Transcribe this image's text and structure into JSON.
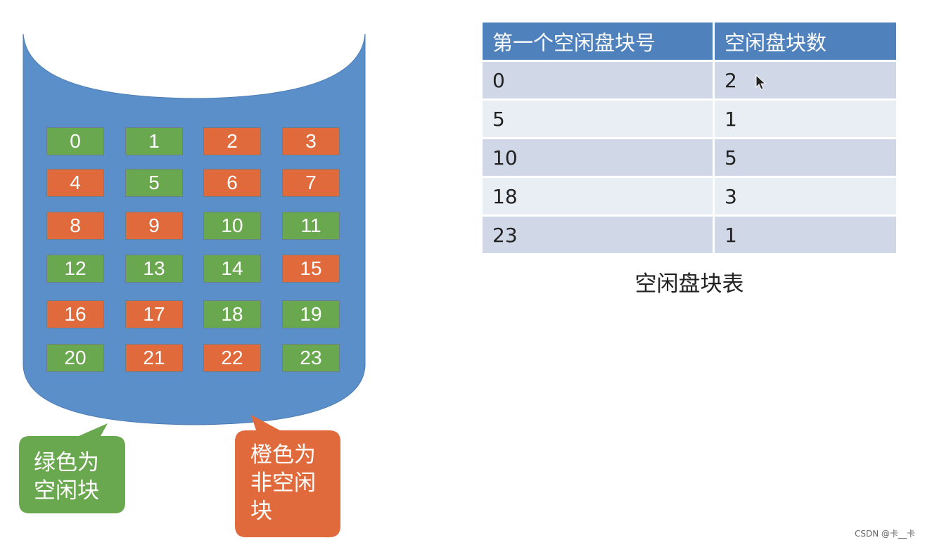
{
  "disk": {
    "blocks": [
      {
        "label": "0",
        "free": true
      },
      {
        "label": "1",
        "free": true
      },
      {
        "label": "2",
        "free": false
      },
      {
        "label": "3",
        "free": false
      },
      {
        "label": "4",
        "free": false
      },
      {
        "label": "5",
        "free": true
      },
      {
        "label": "6",
        "free": false
      },
      {
        "label": "7",
        "free": false
      },
      {
        "label": "8",
        "free": false
      },
      {
        "label": "9",
        "free": false
      },
      {
        "label": "10",
        "free": true
      },
      {
        "label": "11",
        "free": true
      },
      {
        "label": "12",
        "free": true
      },
      {
        "label": "13",
        "free": true
      },
      {
        "label": "14",
        "free": true
      },
      {
        "label": "15",
        "free": false
      },
      {
        "label": "16",
        "free": false
      },
      {
        "label": "17",
        "free": false
      },
      {
        "label": "18",
        "free": true
      },
      {
        "label": "19",
        "free": true
      },
      {
        "label": "20",
        "free": true
      },
      {
        "label": "21",
        "free": false
      },
      {
        "label": "22",
        "free": false
      },
      {
        "label": "23",
        "free": true
      }
    ]
  },
  "callouts": {
    "green": "绿色为\n空闲块",
    "orange": "橙色为\n非空闲\n块"
  },
  "table": {
    "headers": [
      "第一个空闲盘块号",
      "空闲盘块数"
    ],
    "rows": [
      [
        "0",
        "2"
      ],
      [
        "5",
        "1"
      ],
      [
        "10",
        "5"
      ],
      [
        "18",
        "3"
      ],
      [
        "23",
        "1"
      ]
    ],
    "caption": "空闲盘块表"
  },
  "colors": {
    "disk": "#5b8fc9",
    "free": "#6aa84f",
    "used": "#e06a3b",
    "header": "#4f81bd"
  },
  "icons": {
    "cursor": "mouse-pointer-icon"
  },
  "watermark": "CSDN @卡__卡"
}
